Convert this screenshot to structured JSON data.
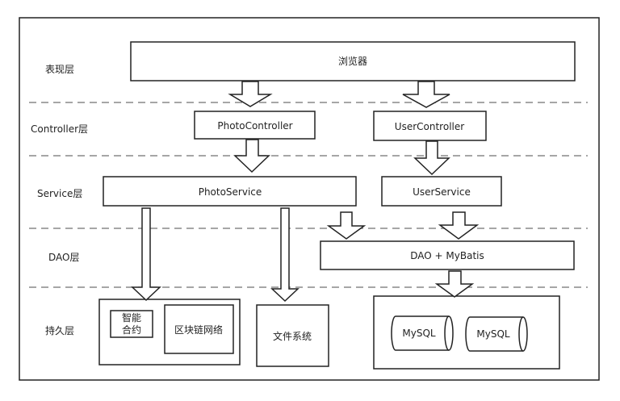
{
  "layers": {
    "presentation": "表现层",
    "controller": "Controller层",
    "service": "Service层",
    "dao": "DAO层",
    "persistence": "持久层"
  },
  "nodes": {
    "browser": "浏览器",
    "photo_controller": "PhotoController",
    "user_controller": "UserController",
    "photo_service": "PhotoService",
    "user_service": "UserService",
    "dao_mybatis": "DAO + MyBatis",
    "smart_contract_line1": "智能",
    "smart_contract_line2": "合约",
    "blockchain_network": "区块链网络",
    "file_system": "文件系统",
    "mysql_1": "MySQL",
    "mysql_2": "MySQL"
  }
}
